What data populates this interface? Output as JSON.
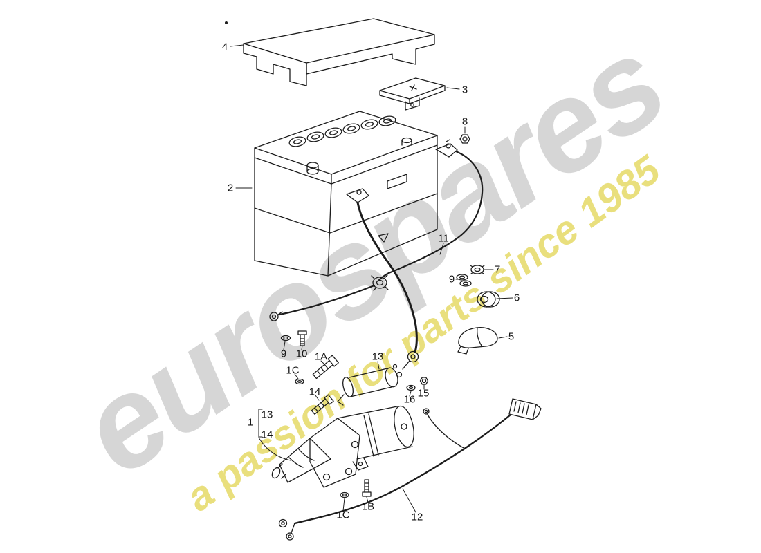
{
  "watermark": {
    "brand": "eurospares",
    "tagline": "a passion for parts since 1985",
    "brand_color": "#d6d6d6",
    "tagline_color": "#e9df7d"
  },
  "diagram": {
    "background": "#ffffff",
    "line_color": "#1c1c1c",
    "callouts": [
      {
        "part": "battery-cover",
        "label": "4"
      },
      {
        "part": "cover-plate",
        "label": "3"
      },
      {
        "part": "battery",
        "label": "2"
      },
      {
        "part": "nut",
        "label": "8"
      },
      {
        "part": "battery-cable",
        "label": "11"
      },
      {
        "part": "grommet",
        "label": "7"
      },
      {
        "part": "washer",
        "label": "9"
      },
      {
        "part": "clamping-ring",
        "label": "6"
      },
      {
        "part": "terminal-cover",
        "label": "5"
      },
      {
        "part": "washer",
        "label": "9"
      },
      {
        "part": "bolt",
        "label": "10"
      },
      {
        "part": "bolt",
        "label": "1A"
      },
      {
        "part": "washer",
        "label": "1C"
      },
      {
        "part": "solenoid",
        "label": "13"
      },
      {
        "part": "bolt",
        "label": "14"
      },
      {
        "part": "washer",
        "label": "16"
      },
      {
        "part": "nut",
        "label": "15"
      },
      {
        "part": "starter",
        "label": "1"
      },
      {
        "part": "solenoid",
        "label": "13"
      },
      {
        "part": "bolt",
        "label": "14"
      },
      {
        "part": "bolt",
        "label": "1B"
      },
      {
        "part": "washer",
        "label": "1C"
      },
      {
        "part": "wiring-harness",
        "label": "12"
      }
    ]
  }
}
